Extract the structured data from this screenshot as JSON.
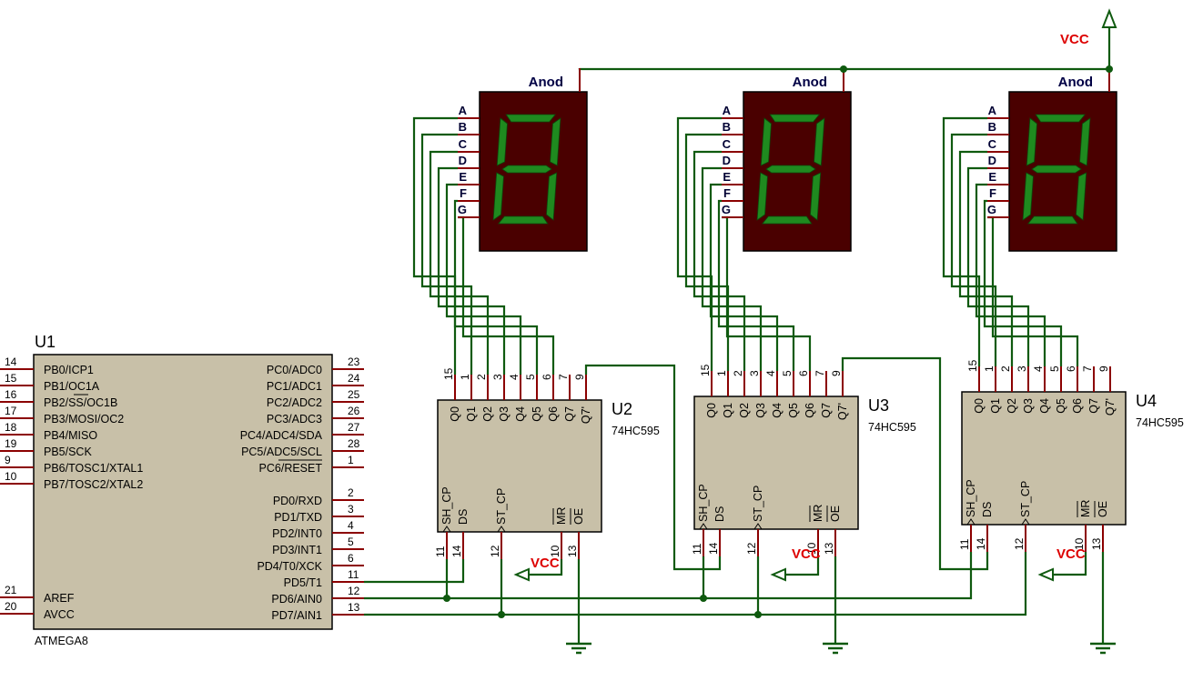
{
  "mcu": {
    "ref": "U1",
    "part": "ATMEGA8",
    "left_pins": [
      {
        "num": "14",
        "label": "PB0/ICP1"
      },
      {
        "num": "15",
        "label": "PB1/OC1A"
      },
      {
        "num": "16",
        "label": "PB2/SS/OC1B"
      },
      {
        "num": "17",
        "label": "PB3/MOSI/OC2"
      },
      {
        "num": "18",
        "label": "PB4/MISO"
      },
      {
        "num": "19",
        "label": "PB5/SCK"
      },
      {
        "num": "9",
        "label": "PB6/TOSC1/XTAL1"
      },
      {
        "num": "10",
        "label": "PB7/TOSC2/XTAL2"
      },
      {
        "num": "21",
        "label": "AREF"
      },
      {
        "num": "20",
        "label": "AVCC"
      }
    ],
    "right_pins": [
      {
        "num": "23",
        "label": "PC0/ADC0"
      },
      {
        "num": "24",
        "label": "PC1/ADC1"
      },
      {
        "num": "25",
        "label": "PC2/ADC2"
      },
      {
        "num": "26",
        "label": "PC3/ADC3"
      },
      {
        "num": "27",
        "label": "PC4/ADC4/SDA"
      },
      {
        "num": "28",
        "label": "PC5/ADC5/SCL"
      },
      {
        "num": "1",
        "label": "PC6/RESET"
      },
      {
        "num": "2",
        "label": "PD0/RXD"
      },
      {
        "num": "3",
        "label": "PD1/TXD"
      },
      {
        "num": "4",
        "label": "PD2/INT0"
      },
      {
        "num": "5",
        "label": "PD3/INT1"
      },
      {
        "num": "6",
        "label": "PD4/T0/XCK"
      },
      {
        "num": "11",
        "label": "PD5/T1"
      },
      {
        "num": "12",
        "label": "PD6/AIN0"
      },
      {
        "num": "13",
        "label": "PD7/AIN1"
      }
    ]
  },
  "shift_registers": [
    {
      "ref": "U2",
      "part": "74HC595"
    },
    {
      "ref": "U3",
      "part": "74HC595"
    },
    {
      "ref": "U4",
      "part": "74HC595"
    }
  ],
  "sr_top_pins": [
    {
      "num": "15",
      "label": "Q0"
    },
    {
      "num": "1",
      "label": "Q1"
    },
    {
      "num": "2",
      "label": "Q2"
    },
    {
      "num": "3",
      "label": "Q3"
    },
    {
      "num": "4",
      "label": "Q4"
    },
    {
      "num": "5",
      "label": "Q5"
    },
    {
      "num": "6",
      "label": "Q6"
    },
    {
      "num": "7",
      "label": "Q7"
    },
    {
      "num": "9",
      "label": "Q7'"
    }
  ],
  "sr_bottom_pins": [
    {
      "num": "11",
      "label": "SH_CP"
    },
    {
      "num": "14",
      "label": "DS"
    },
    {
      "num": "12",
      "label": "ST_CP"
    },
    {
      "num": "10",
      "label": "MR"
    },
    {
      "num": "13",
      "label": "OE"
    }
  ],
  "displays": [
    {
      "anode_label": "Anod"
    },
    {
      "anode_label": "Anod"
    },
    {
      "anode_label": "Anod"
    }
  ],
  "segment_labels": [
    "A",
    "B",
    "C",
    "D",
    "E",
    "F",
    "G"
  ],
  "vcc_labels": [
    "VCC",
    "VCC",
    "VCC",
    "VCC"
  ],
  "colors": {
    "wire": "#0f5a0f",
    "pin": "#8b0000",
    "body_fill": "#c8c0a8",
    "body_stroke": "#000000",
    "display_fill": "#4a0000",
    "segment": "#1f8a1f",
    "vcc_text": "#dd0000",
    "segment_label": "#000033"
  }
}
